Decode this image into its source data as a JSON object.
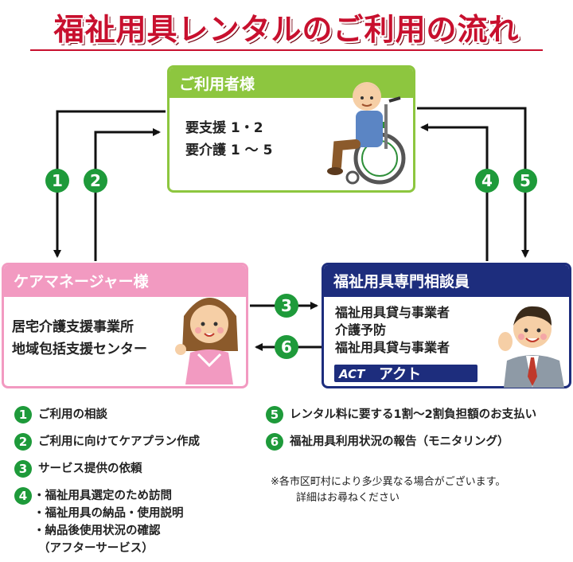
{
  "title": "福祉用具レンタルのご利用の流れ",
  "colors": {
    "title": "#c8102e",
    "user": "#8dc63f",
    "caremanager": "#f29ac1",
    "specialist": "#1d2d7d",
    "step": "#1e9a3a"
  },
  "user_box": {
    "heading": "ご利用者様",
    "lines": [
      "要支援 1・2",
      "要介護 1 〜 5"
    ]
  },
  "caremanager_box": {
    "heading": "ケアマネージャー様",
    "lines": [
      "居宅介護支援事業所",
      "地域包括支援センター"
    ]
  },
  "specialist_box": {
    "heading": "福祉用具専門相談員",
    "lines": [
      "福祉用具貸与事業者",
      "介護予防",
      "福祉用具貸与事業者"
    ],
    "logo_mark": "ACT",
    "logo_text": "アクト"
  },
  "arrows": {
    "n1": "1",
    "n2": "2",
    "n3": "3",
    "n4": "4",
    "n5": "5",
    "n6": "6"
  },
  "legend": [
    {
      "num": "1",
      "text": "ご利用の相談"
    },
    {
      "num": "2",
      "text": "ご利用に向けてケアプラン作成"
    },
    {
      "num": "3",
      "text": "サービス提供の依頼"
    },
    {
      "num": "4",
      "lines": [
        "・福祉用具選定のため訪問",
        "・福祉用具の納品・使用説明",
        "・納品後使用状況の確認",
        "（アフターサービス）"
      ]
    },
    {
      "num": "5",
      "text": "レンタル料に要する1割〜2割負担額のお支払い"
    },
    {
      "num": "6",
      "text": "福祉用具利用状況の報告（モニタリング）"
    }
  ],
  "note": {
    "line1": "※各市区町村により多少異なる場合がございます。",
    "line2": "詳細はお尋ねください"
  }
}
